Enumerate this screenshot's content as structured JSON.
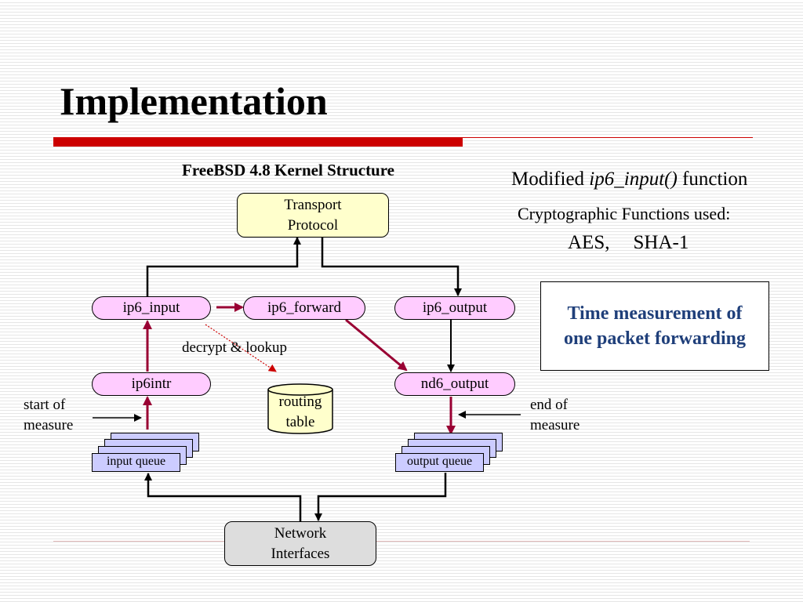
{
  "slide": {
    "title": "Implementation",
    "subtitle": "FreeBSD 4.8 Kernel Structure",
    "modified": {
      "prefix": "Modified ",
      "function_name": "ip6_input()",
      "suffix": " function"
    },
    "crypto_label": "Cryptographic Functions used:",
    "algorithms": [
      "AES,",
      "SHA-1"
    ],
    "callout": {
      "line1": "Time measurement of",
      "line2": "one packet forwarding"
    }
  },
  "diagram": {
    "transport": {
      "line1": "Transport",
      "line2": "Protocol"
    },
    "network": {
      "line1": "Network",
      "line2": "Interfaces"
    },
    "nodes": {
      "ip6_input": "ip6_input",
      "ip6_forward": "ip6_forward",
      "ip6_output": "ip6_output",
      "ip6intr": "ip6intr",
      "nd6_output": "nd6_output"
    },
    "routing_table": {
      "line1": "routing",
      "line2": "table"
    },
    "decrypt_label": "decrypt & lookup",
    "input_queue": "input queue",
    "output_queue": "output queue",
    "start_label": {
      "line1": "start of",
      "line2": "measure"
    },
    "end_label": {
      "line1": "end of",
      "line2": "measure"
    }
  },
  "colors": {
    "accent_red": "#cc0000",
    "arrow_red": "#990033",
    "node_pink": "#ffccff",
    "queue_lavender": "#ccccff",
    "transport_yellow": "#ffffcc",
    "network_gray": "#dddddd",
    "callout_blue": "#1f3f7a"
  }
}
